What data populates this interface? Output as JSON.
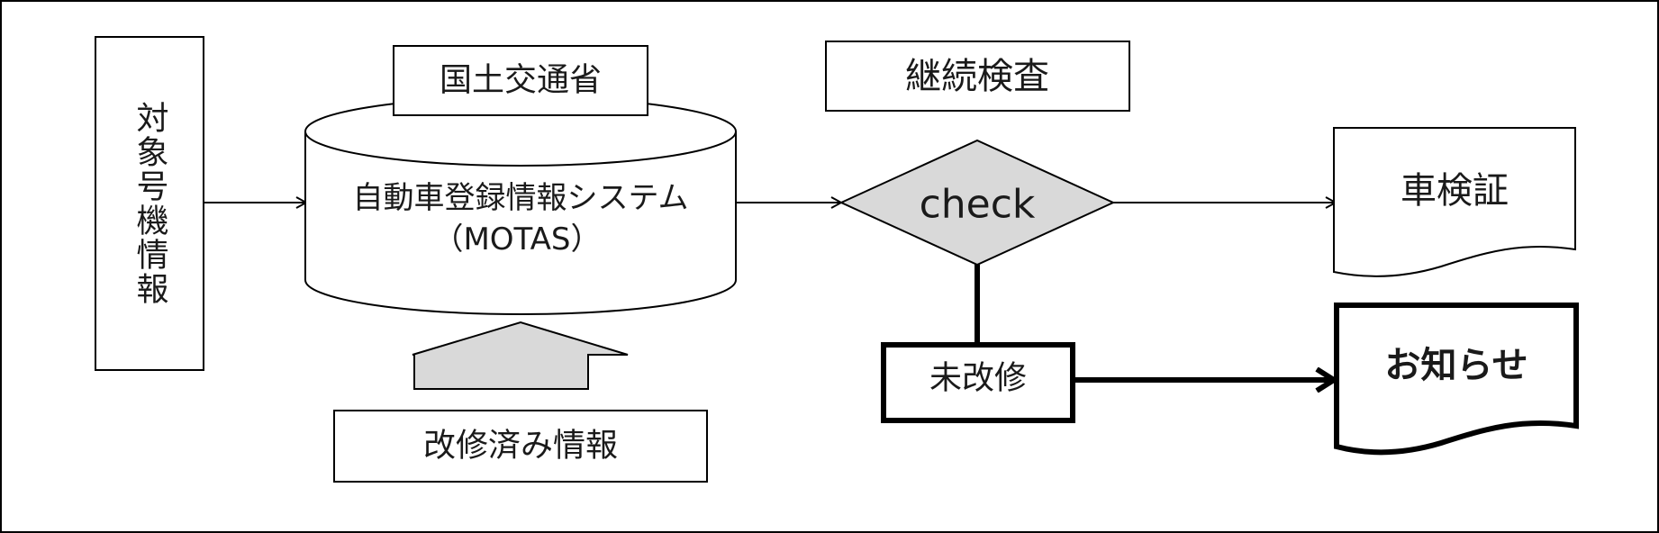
{
  "nodes": {
    "target_info": "対象号機情報",
    "mlit": "国土交通省",
    "motas_line1": "自動車登録情報システム",
    "motas_line2": "（MOTAS）",
    "repaired_info": "改修済み情報",
    "continuous_inspection": "継続検査",
    "check": "check",
    "vehicle_certificate": "車検証",
    "unrepaired": "未改修",
    "notice": "お知らせ"
  },
  "colors": {
    "line": "#000000",
    "fill_gray": "#d9d9d9",
    "text": "#1a1a1a"
  }
}
